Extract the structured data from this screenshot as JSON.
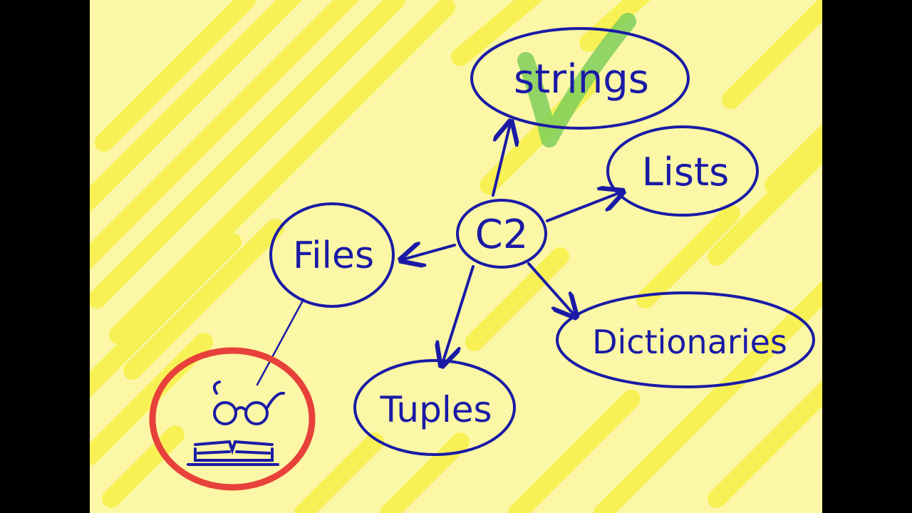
{
  "board": {
    "background": "#fbf7a6",
    "scribble_color": "#f7ef3a",
    "ink_color": "#1a1aa6",
    "highlight_circle_color": "#e8403a",
    "check_color": "#7fcf5a"
  },
  "nodes": {
    "center": "C2",
    "strings": "strings",
    "lists": "Lists",
    "files": "Files",
    "dictionaries": "Dictionaries",
    "tuples": "Tuples"
  },
  "marks": {
    "strings_status": "check-mark",
    "files_note": "reading-glasses-book-icon"
  }
}
